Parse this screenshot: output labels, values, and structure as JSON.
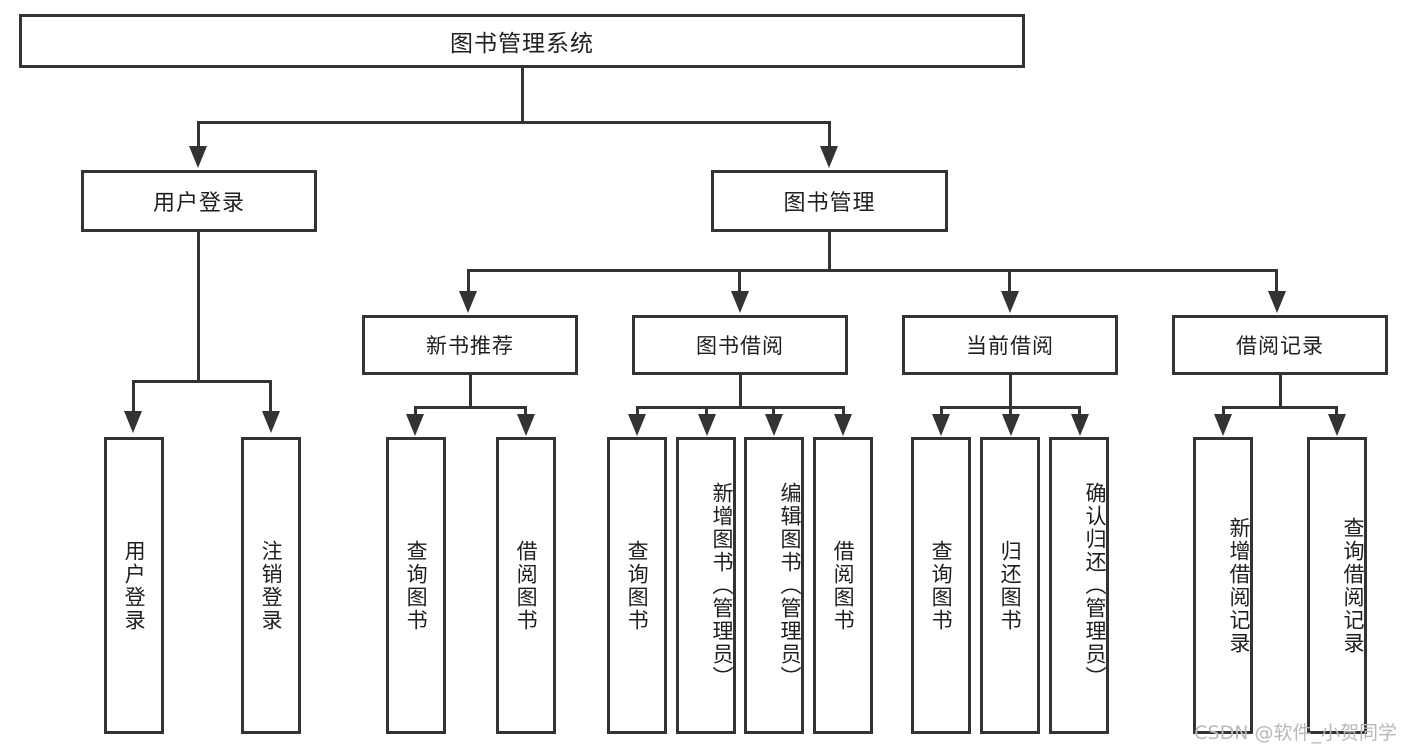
{
  "diagram": {
    "type": "tree",
    "title": "图书管理系统",
    "root": {
      "label": "图书管理系统"
    },
    "level2": [
      {
        "label": "用户登录"
      },
      {
        "label": "图书管理"
      }
    ],
    "level3": [
      {
        "label": "新书推荐"
      },
      {
        "label": "图书借阅"
      },
      {
        "label": "当前借阅"
      },
      {
        "label": "借阅记录"
      }
    ],
    "leaves": {
      "user_login": [
        {
          "label": "用户登录"
        },
        {
          "label": "注销登录"
        }
      ],
      "new_book_recommend": [
        {
          "label": "查询图书"
        },
        {
          "label": "借阅图书"
        }
      ],
      "book_borrow": [
        {
          "label": "查询图书"
        },
        {
          "label": "新增图书（管理员）"
        },
        {
          "label": "编辑图书（管理员）"
        },
        {
          "label": "借阅图书"
        }
      ],
      "current_borrow": [
        {
          "label": "查询图书"
        },
        {
          "label": "归还图书"
        },
        {
          "label": "确认归还（管理员）"
        }
      ],
      "borrow_records": [
        {
          "label": "新增借阅记录"
        },
        {
          "label": "查询借阅记录"
        }
      ]
    }
  },
  "watermark": {
    "text": "CSDN @软件_小贺同学"
  },
  "colors": {
    "stroke": "#333333",
    "fill": "#ffffff",
    "text": "#1f1f1f",
    "watermark": "#b9b9b9"
  }
}
